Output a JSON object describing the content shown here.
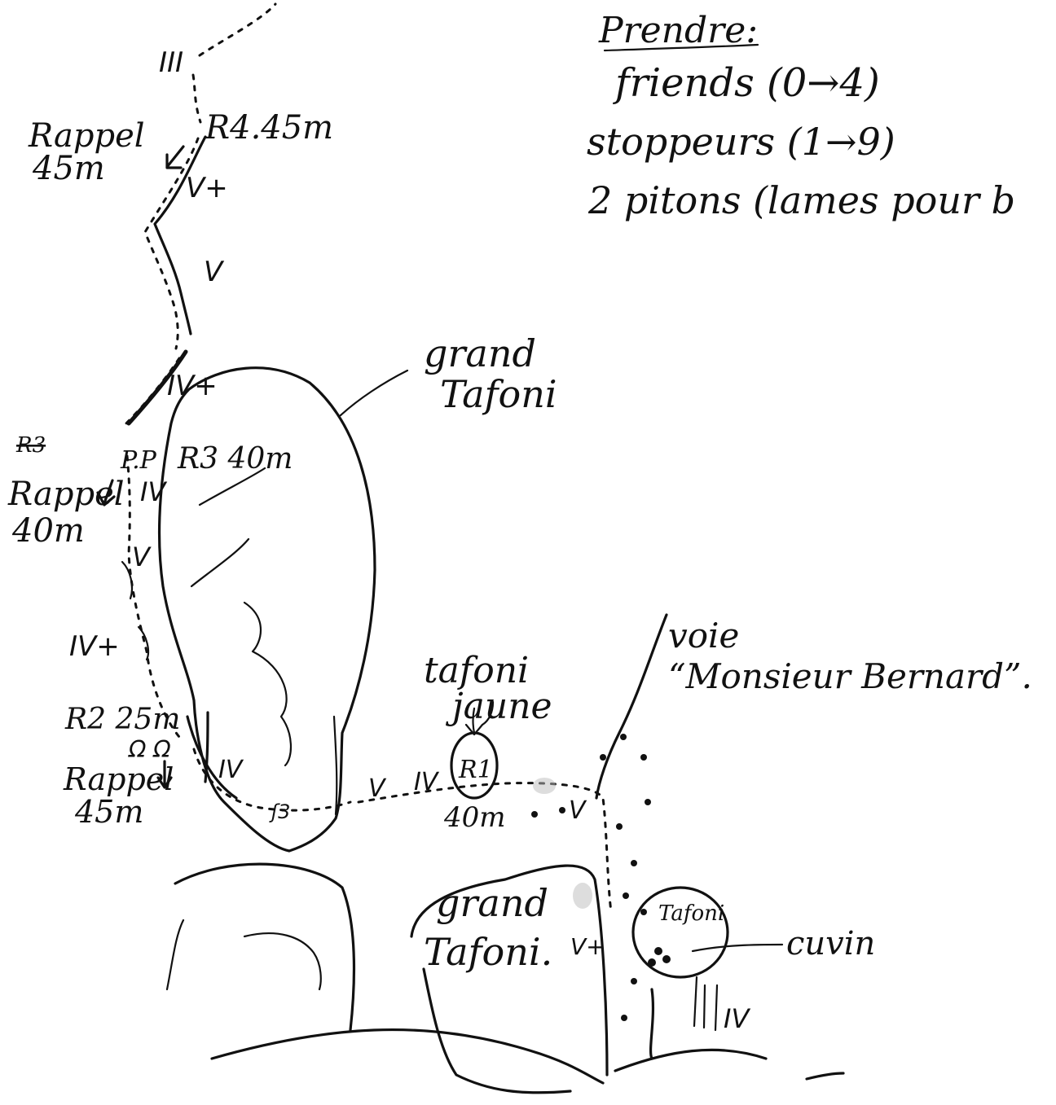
{
  "notes": {
    "heading": "Prendre:",
    "line1": "friends (0→4)",
    "line2": "stoppeurs (1→9)",
    "line3": "2 pitons (lames pour b"
  },
  "labels": {
    "grand_tafoni_top": [
      "grand",
      "Tafoni"
    ],
    "grand_tafoni_bottom": [
      "grand",
      "Tafoni."
    ],
    "tafoni_jaune": [
      "tafoni",
      "jaune"
    ],
    "tafoni_small": "Tafoni",
    "cuvin": "cuvin",
    "voie": [
      "voie",
      "“Monsieur Bernard”."
    ]
  },
  "relays": {
    "r4": "R4.45m",
    "r3": "R3 40m",
    "r2": "R2 25m",
    "r1": "R1",
    "r1_length": "40m",
    "pp": "P.P",
    "r3_crossed": "R3"
  },
  "rappels": {
    "top": [
      "Rappel",
      "45m"
    ],
    "middle": [
      "Rappel",
      "40m"
    ],
    "bottom": [
      "Rappel",
      "45m"
    ]
  },
  "grades": {
    "g_top_iii": "III",
    "g_v_plus_top": "V+",
    "g_v_mid": "V",
    "g_iv_plus_upper": "IV+",
    "g_iv_left": "IV",
    "g_v_left": "V",
    "g_iv_plus_lower": "IV+",
    "g_iv_bottom": "IV",
    "g_v_traverse": "V",
    "g_iv_traverse": "IV",
    "g_v_right": "V",
    "g_v_plus_bottom": "V+",
    "g_iv_far_right": "IV"
  }
}
